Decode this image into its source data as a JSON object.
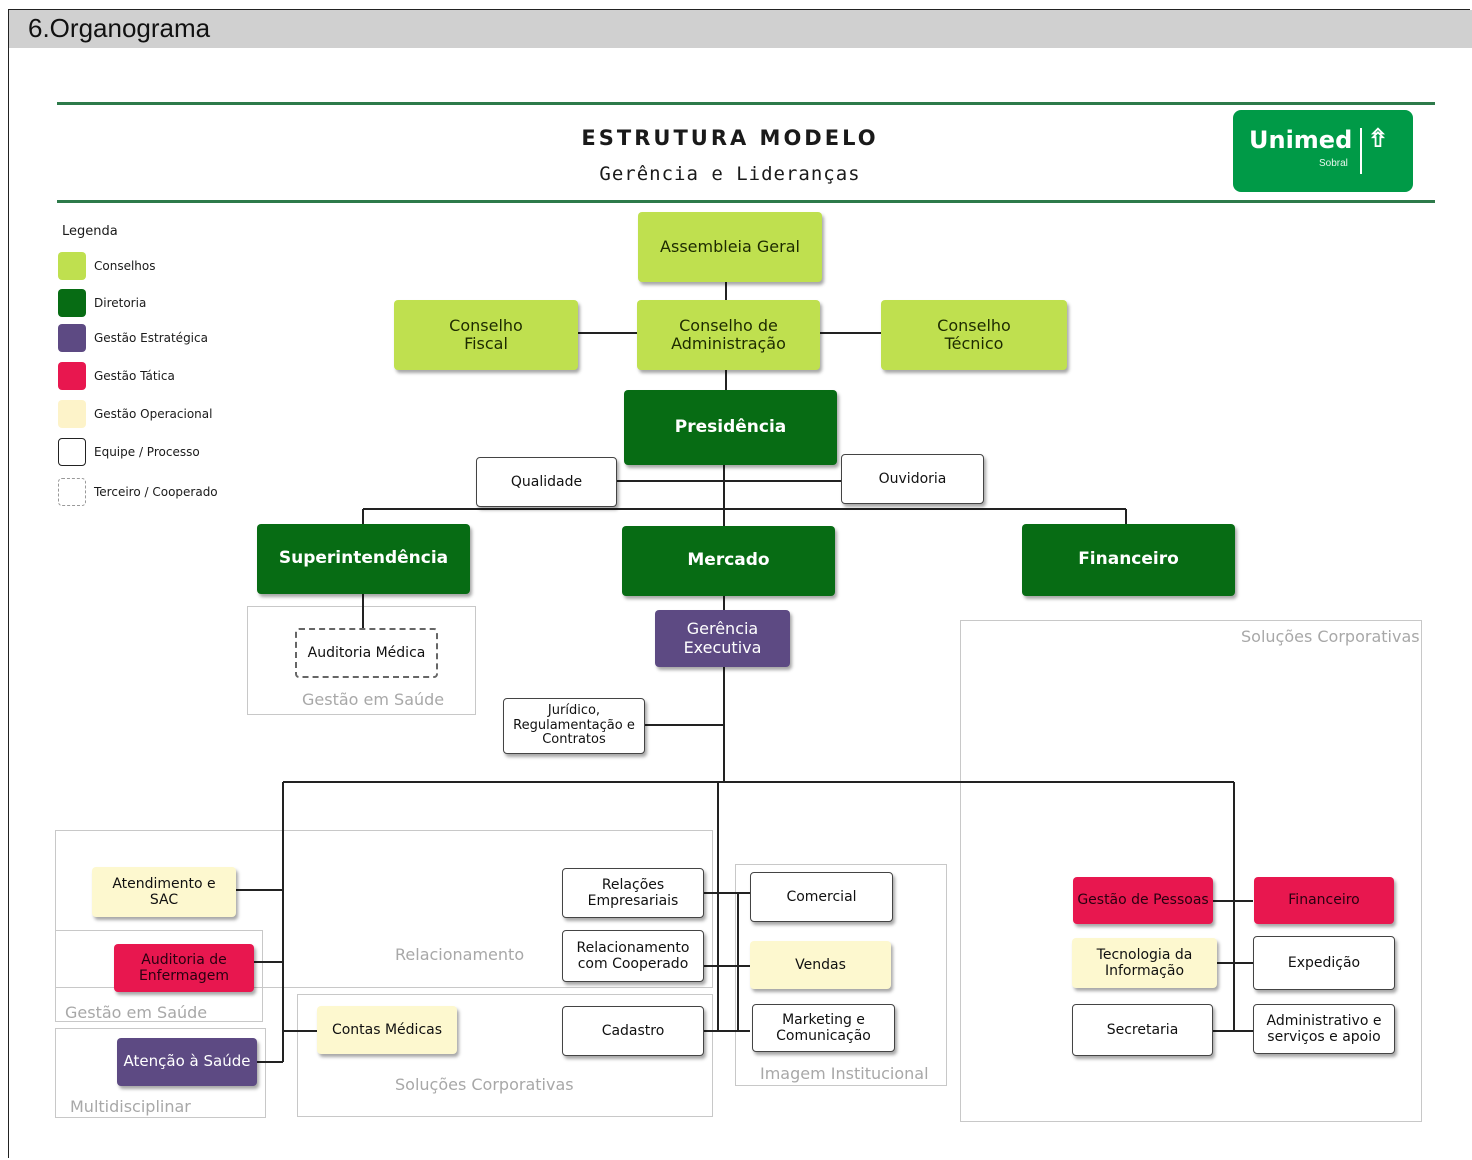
{
  "section_title": "6.Organograma",
  "title": "ESTRUTURA MODELO",
  "subtitle": "Gerência e Lideranças",
  "logo": {
    "name": "Unimed",
    "sub": "Sobral",
    "mark": "⇮"
  },
  "legend": {
    "title": "Legenda",
    "items": [
      {
        "label": "Conselhos",
        "color": "#bfe04f"
      },
      {
        "label": "Diretoria",
        "color": "#076c14"
      },
      {
        "label": "Gestão Estratégica",
        "color": "#5d4a83"
      },
      {
        "label": "Gestão Tática",
        "color": "#e8174f"
      },
      {
        "label": "Gestão Operacional",
        "color": "#fdf8cf"
      },
      {
        "label": "Equipe / Processo",
        "color": "#ffffff"
      },
      {
        "label": "Terceiro / Cooperado",
        "color": "#ffffff"
      }
    ]
  },
  "nodes": {
    "assembleia": "Assembleia Geral",
    "conselho_fiscal": "Conselho\nFiscal",
    "conselho_admin": "Conselho  de\nAdministração",
    "conselho_tecnico": "Conselho\nTécnico",
    "presidencia": "Presidência",
    "qualidade": "Qualidade",
    "ouvidoria": "Ouvidoria",
    "superintendencia": "Superintendência",
    "mercado": "Mercado",
    "financeiro_dir": "Financeiro",
    "auditoria_medica": "Auditoria Médica",
    "gerencia_executiva": "Gerência\nExecutiva",
    "juridico": "Jurídico,\nRegulamentação e\nContratos",
    "atendimento_sac": "Atendimento e\nSAC",
    "auditoria_enfermagem": "Auditoria de\nEnfermagem",
    "atencao_saude": "Atenção à Saúde",
    "relacoes_empresariais": "Relações\nEmpresariais",
    "relacionamento_cooperado": "Relacionamento\ncom Cooperado",
    "contas_medicas": "Contas Médicas",
    "cadastro": "Cadastro",
    "comercial": "Comercial",
    "vendas": "Vendas",
    "marketing": "Marketing e\nComunicação",
    "gestao_pessoas": "Gestão de Pessoas",
    "financeiro_tat": "Financeiro",
    "tecnologia": "Tecnologia da\nInformação",
    "expedicao": "Expedição",
    "secretaria": "Secretaria",
    "administrativo": "Administrativo e\nserviços e apoio"
  },
  "groups": {
    "gestao_saude_top": "Gestão em Saúde",
    "solucoes_corp_right": "Soluções Corporativas",
    "relacionamento": "Relacionamento",
    "gestao_saude_left": "Gestão em Saúde",
    "multidisciplinar": "Multidisciplinar",
    "solucoes_corp_mid": "Soluções Corporativas",
    "imagem_institucional": "Imagem Institucional"
  }
}
